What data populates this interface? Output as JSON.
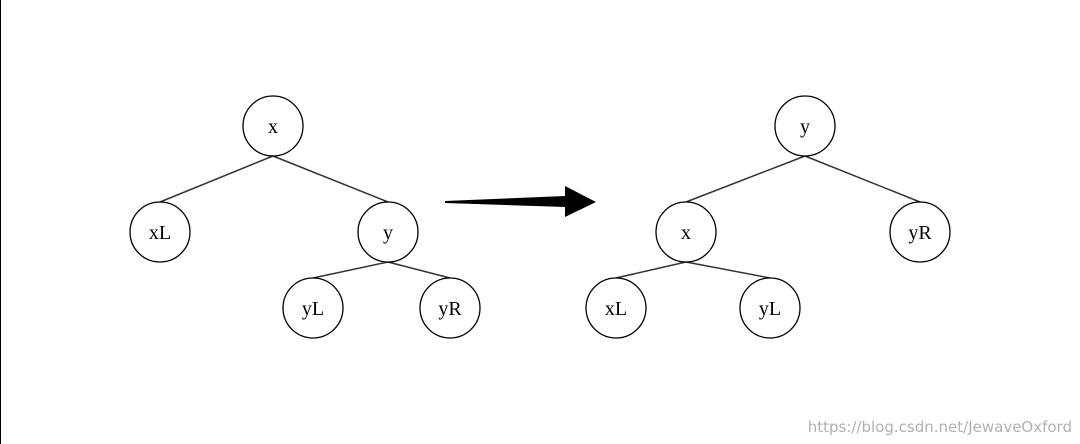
{
  "left_tree": {
    "nodes": {
      "x": "x",
      "xL": "xL",
      "y": "y",
      "yL": "yL",
      "yR": "yR"
    }
  },
  "right_tree": {
    "nodes": {
      "y": "y",
      "x": "x",
      "yR": "yR",
      "xL": "xL",
      "yL": "yL"
    }
  },
  "watermark": "https://blog.csdn.net/JewaveOxford",
  "colors": {
    "stroke": "#000000",
    "watermark": "#b0b0b0"
  }
}
